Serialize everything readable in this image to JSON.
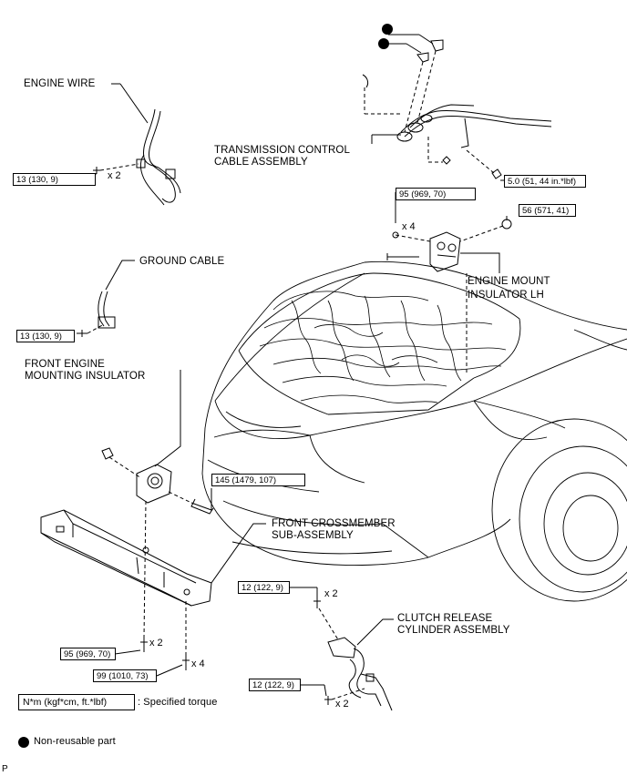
{
  "labels": {
    "engine_wire": "ENGINE WIRE",
    "transmission_cable_line1": "TRANSMISSION CONTROL",
    "transmission_cable_line2": "CABLE ASSEMBLY",
    "ground_cable": "GROUND CABLE",
    "engine_mount_line1": "ENGINE MOUNT",
    "engine_mount_line2": "INSULATOR LH",
    "front_mount_line1": "FRONT ENGINE",
    "front_mount_line2": "MOUNTING INSULATOR",
    "crossmember_line1": "FRONT CROSSMEMBER",
    "crossmember_line2": "SUB-ASSEMBLY",
    "clutch_line1": "CLUTCH RELEASE",
    "clutch_line2": "CYLINDER ASSEMBLY"
  },
  "torques": {
    "engine_wire": "13 (130, 9)",
    "transmission_cable": "5.0 (51, 44 in.*lbf)",
    "mount_lh_bolt": "95 (969, 70)",
    "mount_lh_nut": "56 (571, 41)",
    "ground_cable": "13 (130, 9)",
    "front_mount_bolt": "145 (1479, 107)",
    "crossmember_front": "95 (969, 70)",
    "crossmember_rear": "99 (1010, 73)",
    "clutch_upper": "12 (122, 9)",
    "clutch_lower": "12 (122, 9)"
  },
  "quantities": {
    "engine_wire": "x 2",
    "mount_lh": "x 4",
    "crossmember_front": "x 2",
    "crossmember_rear": "x 4",
    "clutch_upper": "x 2",
    "clutch_lower": "x 2"
  },
  "legend": {
    "torque_unit": "N*m (kgf*cm, ft.*lbf)",
    "torque_desc": ": Specified torque",
    "non_reusable": "Non-reusable part"
  },
  "corner_mark": "P"
}
